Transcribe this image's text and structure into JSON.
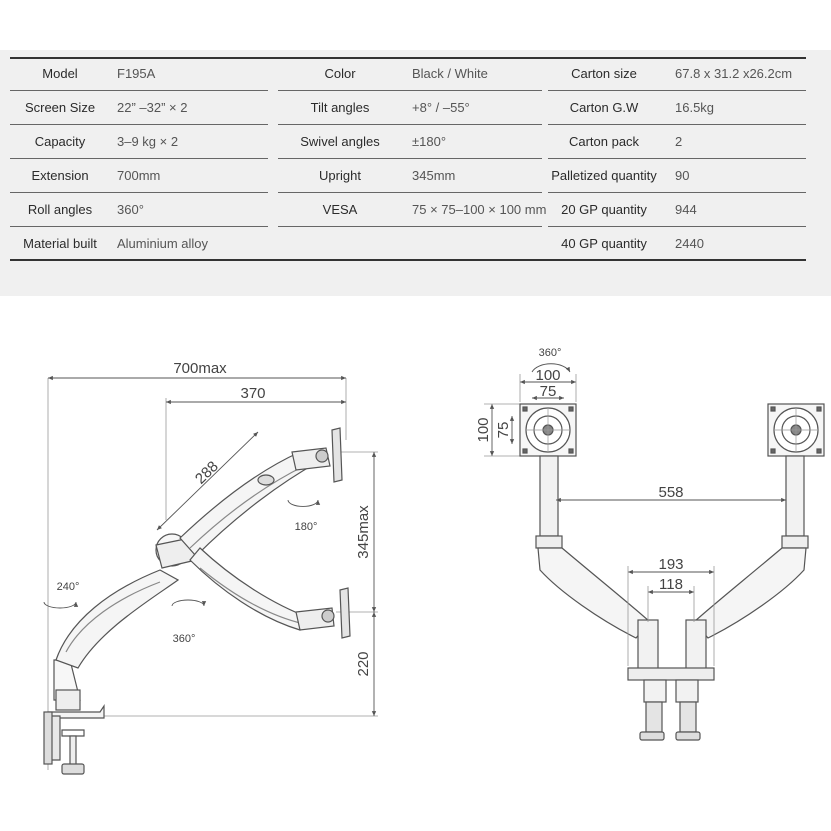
{
  "specs": {
    "rows": [
      {
        "l1": "Model",
        "v1": "F195A",
        "l2": "Color",
        "v2": "Black / White",
        "l3": "Carton size",
        "v3": "67.8 x 31.2 x26.2cm"
      },
      {
        "l1": "Screen Size",
        "v1": "22” –32”  × 2",
        "l2": "Tilt angles",
        "v2": "+8°  / –55°",
        "l3": "Carton G.W",
        "v3": "16.5kg"
      },
      {
        "l1": "Capacity",
        "v1": "3–9 kg × 2",
        "l2": "Swivel angles",
        "v2": "±180°",
        "l3": "Carton pack",
        "v3": "2"
      },
      {
        "l1": "Extension",
        "v1": "700mm",
        "l2": "Upright",
        "v2": "345mm",
        "l3": "Palletized quantity",
        "v3": "90"
      },
      {
        "l1": "Roll angles",
        "v1": "360°",
        "l2": "VESA",
        "v2": "75 × 75–100 × 100 mm",
        "l3": "20 GP quantity",
        "v3": "944"
      },
      {
        "l1": "Material built",
        "v1": "Aluminium alloy",
        "l2": "",
        "v2": "",
        "l3": "40 GP quantity",
        "v3": "2440"
      }
    ]
  },
  "side_view": {
    "dim_extension": "700max",
    "dim_reach": "370",
    "dim_arm": "288",
    "dim_upright": "345max",
    "dim_base": "220",
    "angle_swivel": "180°",
    "angle_pole": "240°",
    "angle_joint": "360°"
  },
  "front_view": {
    "angle_rotate": "360°",
    "vesa_w_100": "100",
    "vesa_w_75": "75",
    "vesa_h_100": "100",
    "vesa_h_75": "75",
    "dim_span": "558",
    "dim_193": "193",
    "dim_118": "118"
  }
}
